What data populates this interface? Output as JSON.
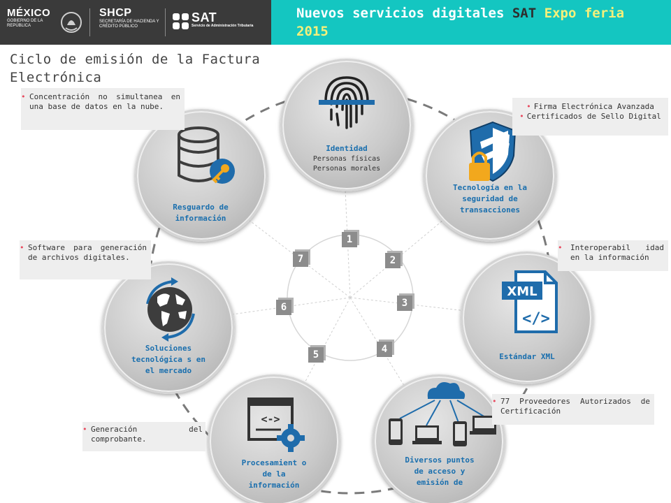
{
  "header": {
    "logos": {
      "mexico": {
        "name": "MÉXICO",
        "sub": "GOBIERNO DE LA REPÚBLICA"
      },
      "shcp": {
        "name": "SHCP",
        "sub": "SECRETARÍA DE HACIENDA Y CRÉDITO PÚBLICO"
      },
      "sat": {
        "name": "SAT",
        "sub": "Servicio de Administración Tributaria"
      }
    },
    "title_prefix": "Nuevos servicios digitales ",
    "title_sat": "SAT",
    "title_suffix": " Expo feria 2015",
    "colors": {
      "left_band": "#3a3a3a",
      "right_band": "#14c6c1",
      "accent_yellow": "#f5f07a"
    }
  },
  "section_title": "Ciclo de emisión de la Factura Electrónica",
  "cycle": {
    "label_color": "#1a6fae",
    "numbers": [
      "1",
      "2",
      "3",
      "4",
      "5",
      "6",
      "7"
    ],
    "nodes": [
      {
        "id": "identidad",
        "icon": "fingerprint-icon",
        "label": "Identidad",
        "sub": [
          "Personas físicas",
          "Personas morales"
        ]
      },
      {
        "id": "seguridad",
        "icon": "shield-lock-icon",
        "label": "Tecnología en la seguridad de transacciones"
      },
      {
        "id": "xml",
        "icon": "xml-file-icon",
        "label": "Estándar XML",
        "icon_text": "XML"
      },
      {
        "id": "puntos",
        "icon": "cloud-devices-icon",
        "label": "Diversos puntos de acceso y emisión de"
      },
      {
        "id": "procesamiento",
        "icon": "code-window-gear-icon",
        "label": "Procesamient o de la información"
      },
      {
        "id": "soluciones",
        "icon": "globe-arrows-icon",
        "label": "Soluciones tecnológica s en el mercado"
      },
      {
        "id": "resguardo",
        "icon": "database-key-icon",
        "label": "Resguardo de información"
      }
    ]
  },
  "notes": {
    "concentracion": "Concentración no simultanea en una base de datos en la nube.",
    "software": "Software para generación de archivos digitales.",
    "generacion": "Generación del comprobante.",
    "firma": [
      "Firma Electrónica Avanzada",
      "Certificados de Sello Digital"
    ],
    "interoperabilidad": "Interoperabil idad en la información",
    "proveedores": "77 Proveedores Autorizados de Certificación"
  }
}
